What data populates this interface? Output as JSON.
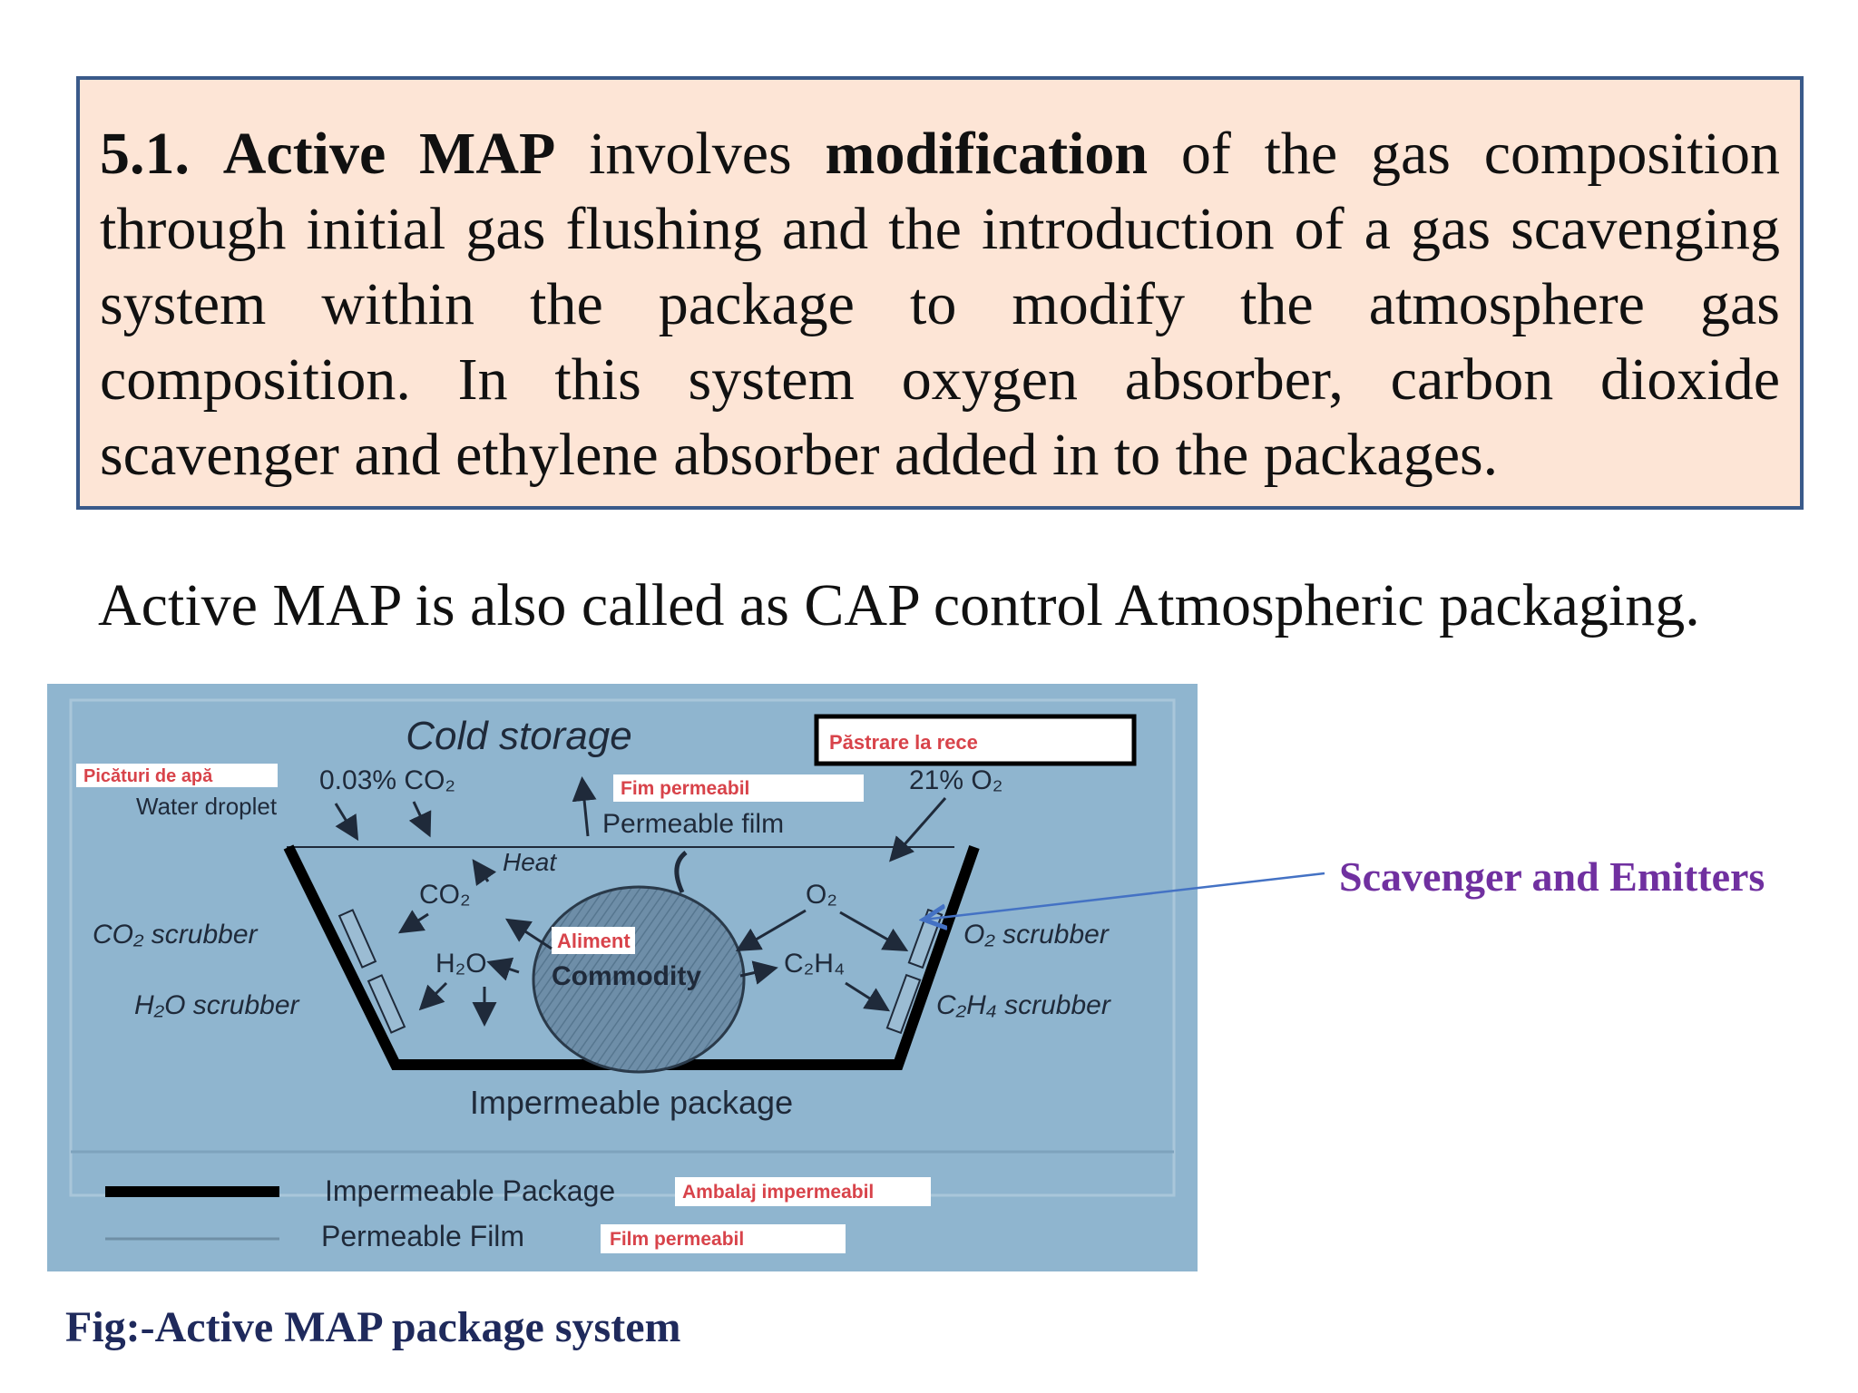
{
  "definition": {
    "num": "5.1.",
    "term": "Active MAP",
    "t1": " involves ",
    "key": "modification",
    "t2": " of the gas composition through initial gas flushing and the introduction of a gas scavenging system within the package to modify the atmosphere gas composition. In this system oxygen absorber, carbon dioxide scavenger and ethylene absorber added in to the packages."
  },
  "cap_line": "Active MAP is also called as CAP control Atmospheric packaging.",
  "figure": {
    "title": "Cold storage",
    "title_ro": "Păstrare la rece",
    "water_ro": "Picături de apă",
    "water": "Water droplet",
    "co2_air": "0.03% CO₂",
    "film_ro": "Fim permeabil",
    "film": "Permeable film",
    "o2_air": "21% O₂",
    "heat": "Heat",
    "co2": "CO₂",
    "o2": "O₂",
    "h2o": "H₂O",
    "c2h4": "C₂H₄",
    "commodity_ro": "Aliment",
    "commodity": "Commodity",
    "co2_scrubber": "CO₂ scrubber",
    "h2o_scrubber": "H₂O scrubber",
    "o2_scrubber": "O₂ scrubber",
    "c2h4_scrubber": "C₂H₄ scrubber",
    "package": "Impermeable package",
    "legend_package": "Impermeable Package",
    "legend_package_ro": "Ambalaj impermeabil",
    "legend_film": "Permeable Film",
    "legend_film_ro": "Film permeabil"
  },
  "callout": "Scavenger and Emitters",
  "caption": "Fig:-Active MAP package system",
  "colors": {
    "box_fill": "#fde5d6",
    "box_border": "#3a5a8a",
    "figure_bg": "#8fb5cf",
    "callout": "#7030a0",
    "caption": "#1f2a5c",
    "ro_label": "#d8434a"
  }
}
